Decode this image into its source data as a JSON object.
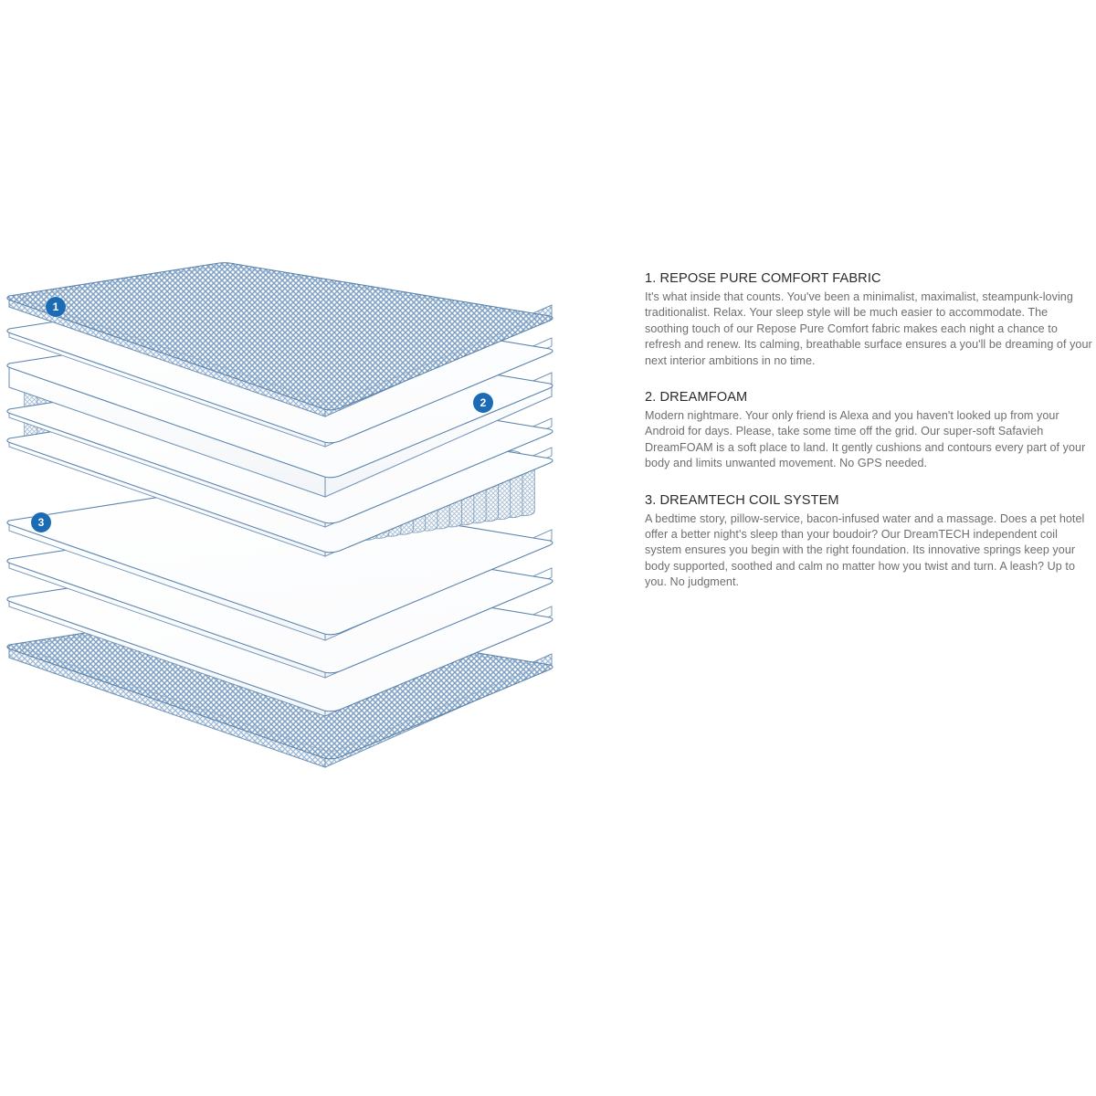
{
  "page": {
    "background": "#ffffff",
    "accent_color": "#1b6cb5",
    "line_color": "#5b83ad",
    "heading_color": "#2b2b2b",
    "body_color": "#6e6e6e"
  },
  "diagram": {
    "name": "exploded-mattress-construction-diagram",
    "alt": "Exploded isometric view of mattress layers",
    "callouts": [
      {
        "id": "1",
        "label": "1",
        "target": "repose-pure-comfort-fabric"
      },
      {
        "id": "2",
        "label": "2",
        "target": "dreamfoam"
      },
      {
        "id": "3",
        "label": "3",
        "target": "dreamtech-coil-system"
      }
    ],
    "layers": [
      {
        "index": 1,
        "name": "cover-fabric-top",
        "texture": "mesh",
        "callout": "1"
      },
      {
        "index": 2,
        "name": "foam-layer-2",
        "texture": "plain",
        "callout": null
      },
      {
        "index": 3,
        "name": "dreamfoam-layer",
        "texture": "plain",
        "callout": "2"
      },
      {
        "index": 4,
        "name": "foam-layer-4",
        "texture": "plain",
        "callout": null
      },
      {
        "index": 5,
        "name": "foam-layer-5",
        "texture": "plain",
        "callout": null
      },
      {
        "index": 6,
        "name": "coil-system-layer",
        "texture": "coils",
        "callout": "3"
      },
      {
        "index": 7,
        "name": "foam-layer-7",
        "texture": "plain",
        "callout": null
      },
      {
        "index": 8,
        "name": "foam-layer-8",
        "texture": "plain",
        "callout": null
      },
      {
        "index": 9,
        "name": "foam-layer-9",
        "texture": "plain",
        "callout": null
      },
      {
        "index": 10,
        "name": "cover-fabric-bottom",
        "texture": "mesh",
        "callout": null
      }
    ]
  },
  "features": [
    {
      "id": "repose-pure-comfort-fabric",
      "title": "1. REPOSE PURE COMFORT FABRIC",
      "body": "It's what inside that counts. You've been a minimalist, maximalist, steampunk-loving traditionalist. Relax. Your sleep style will be much easier to accommodate. The soothing touch of our Repose Pure Comfort fabric makes each night a chance to refresh and renew. Its calming, breathable surface ensures a you'll be dreaming of your next interior ambitions in no time."
    },
    {
      "id": "dreamfoam",
      "title": "2. DREAMFOAM",
      "body": "Modern nightmare. Your only friend is Alexa and you haven't looked up from your Android for days. Please, take some time off the grid. Our super-soft Safavieh DreamFOAM is a soft place to land. It gently cushions and contours every part of your body and limits unwanted movement. No GPS needed."
    },
    {
      "id": "dreamtech-coil-system",
      "title": "3. DREAMTECH COIL SYSTEM",
      "body": "A bedtime story, pillow-service, bacon-infused water and a massage. Does a pet hotel offer a better night's sleep than your boudoir? Our DreamTECH independent coil system ensures you begin with the right foundation. Its innovative springs keep your body supported, soothed and calm no matter how you twist and turn. A leash? Up to you. No judgment."
    }
  ]
}
